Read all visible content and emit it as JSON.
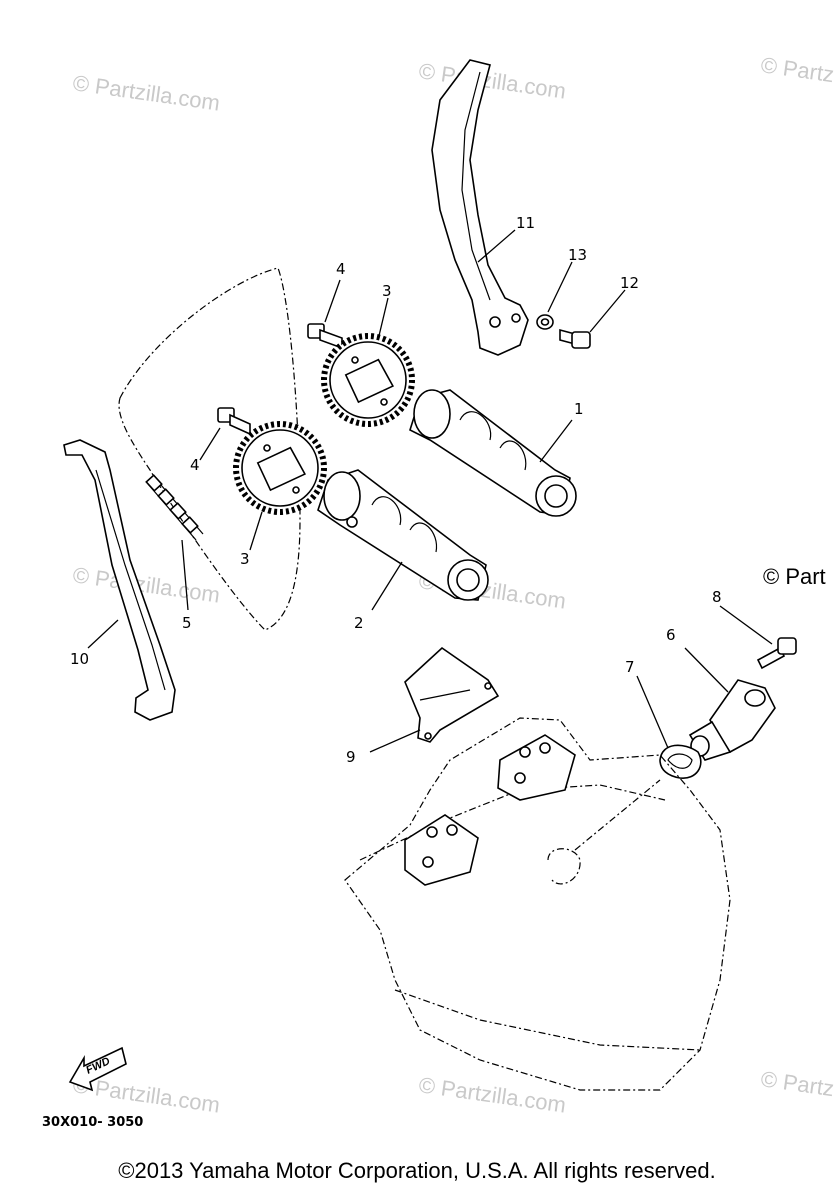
{
  "watermarks": [
    "© Partzilla.com",
    "© Partzilla.com",
    "© Partzilla.com",
    "© Partzilla.com",
    "© Partzilla.com",
    "© Partzilla.com",
    "© Partzilla.com",
    "© Partzilla.com"
  ],
  "watermark_partial": "© Part",
  "callouts": [
    "1",
    "2",
    "3",
    "3",
    "4",
    "4",
    "5",
    "6",
    "7",
    "8",
    "9",
    "10",
    "11",
    "12",
    "13"
  ],
  "fwd_label": "FWD",
  "diagram_code": "30X010- 3050",
  "copyright": "©2013  Yamaha Motor Corporation, U.S.A. All rights reserved."
}
